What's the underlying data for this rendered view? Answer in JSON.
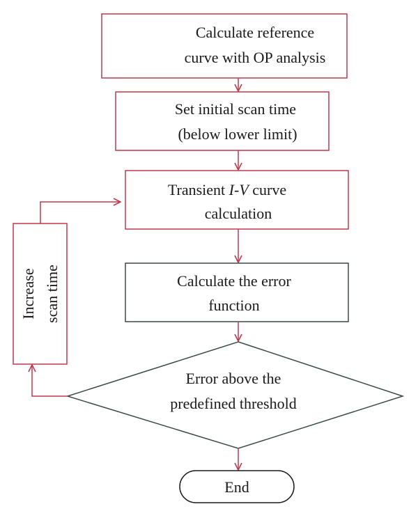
{
  "colors": {
    "accent": "#c0394b",
    "dark_box": "#3b4a47",
    "text": "#1a1a1a",
    "background": "#ffffff"
  },
  "nodes": {
    "reference": {
      "line1": "Calculate reference",
      "line2": "curve with OP analysis"
    },
    "initial_scan": {
      "line1": "Set initial scan time",
      "line2": "(below lower limit)"
    },
    "transient": {
      "line1_prefix": "Transient ",
      "line1_i": "I",
      "line1_dash": "-",
      "line1_v": "V",
      "line1_suffix": " curve",
      "line2": "calculation"
    },
    "error_function": {
      "line1": "Calculate the error",
      "line2": "function"
    },
    "decision": {
      "line1": "Error above the",
      "line2": "predefined threshold"
    },
    "increase": {
      "line1": "Increase",
      "line2": "scan time"
    },
    "end": {
      "label": "End"
    }
  }
}
